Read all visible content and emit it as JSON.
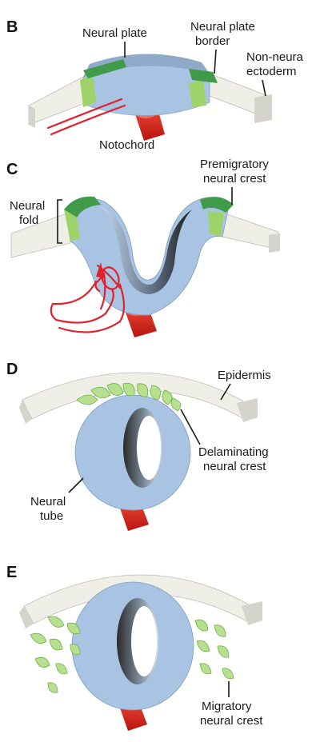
{
  "panels": {
    "b": {
      "letter": "B",
      "labels": {
        "neural_plate": "Neural plate",
        "neural_plate_border_1": "Neural plate",
        "neural_plate_border_2": "border",
        "non_neural_1": "Non-neura",
        "non_neural_2": "ectoderm",
        "notochord": "Notochord"
      }
    },
    "c": {
      "letter": "C",
      "labels": {
        "neural_fold_1": "Neural",
        "neural_fold_2": "fold",
        "premigratory_1": "Premigratory",
        "premigratory_2": "neural crest"
      }
    },
    "d": {
      "letter": "D",
      "labels": {
        "epidermis": "Epidermis",
        "delaminating_1": "Delaminating",
        "delaminating_2": "neural crest",
        "neural_tube_1": "Neural",
        "neural_tube_2": "tube"
      }
    },
    "e": {
      "letter": "E",
      "labels": {
        "migratory_1": "Migratory",
        "migratory_2": "neural crest"
      }
    }
  },
  "colors": {
    "neural_tissue": "#a9c4e2",
    "neural_tissue_dark": "#7f9dc0",
    "ectoderm": "#efefe8",
    "ectoderm_side": "#d4d4cc",
    "border_light_green": "#9ed36a",
    "border_dark_green": "#3f9a4a",
    "notochord": "#d9261c",
    "annotation_red": "#e0202a",
    "text": "#1a1a1a"
  }
}
